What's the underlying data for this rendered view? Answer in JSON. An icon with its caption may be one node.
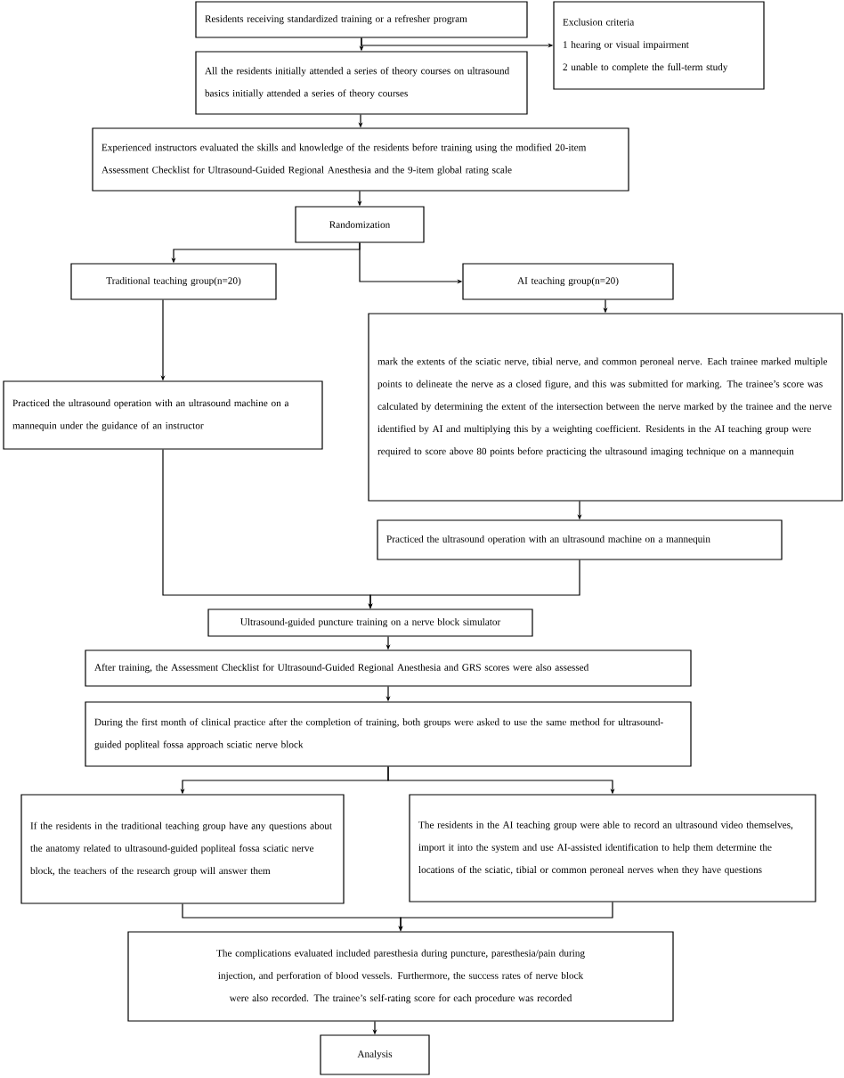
{
  "diagram": {
    "nodes": [
      {
        "text": [
          "Residents receiving standardized training or a refresher program"
        ]
      },
      {
        "text": [
          "Exclusion criteria",
          "1 hearing or visual impairment",
          "2 unable to complete the full-term study"
        ]
      },
      {
        "text": [
          "All the residents initially attended a series of theory courses on ultrasound basics initially attended a series of theory courses"
        ]
      },
      {
        "text": [
          "Experienced instructors evaluated the skills and knowledge of the residents before training using the modified 20-item Assessment Checklist for Ultrasound-Guided Regional Anesthesia and the 9-item global rating scale"
        ]
      },
      {
        "text": [
          "Randomization"
        ]
      },
      {
        "text": [
          "Traditional teaching group(n=20)"
        ]
      },
      {
        "text": [
          "AI teaching group(n=20)"
        ]
      },
      {
        "text": [
          "mark the extents of the sciatic nerve, tibial nerve, and common peroneal nerve. Each trainee marked multiple points to delineate the nerve as a closed figure, and this was submitted for marking. The trainee’s score was calculated by determining the extent of the intersection between the nerve marked by the trainee and the nerve identified by AI and multiplying this by a weighting coefficient. Residents in the AI teaching group were required to score above 80 points before practicing the ultrasound imaging technique on a mannequin"
        ]
      },
      {
        "text": [
          "Practiced the ultrasound operation with an ultrasound machine on a mannequin under the guidance of an instructor"
        ]
      },
      {
        "text": [
          "Practiced the ultrasound operation with an ultrasound machine on a mannequin"
        ]
      },
      {
        "text": [
          "Ultrasound-guided puncture training on a nerve block simulator"
        ]
      },
      {
        "text": [
          "After training, the Assessment Checklist for Ultrasound-Guided Regional Anesthesia and GRS scores were also assessed"
        ]
      },
      {
        "text": [
          "During the first month of clinical practice after the completion of training, both groups were asked to use the same method for ultrasound-guided popliteal fossa approach sciatic nerve block"
        ]
      },
      {
        "text": [
          "If the residents in the traditional teaching group have any questions about the anatomy related to ultrasound-guided popliteal fossa sciatic nerve block, the teachers of the research group will answer them"
        ]
      },
      {
        "text": [
          "The residents in the AI teaching group were able to record an ultrasound video themselves, import it into the system and use AI-assisted identification to help them determine the locations of the sciatic, tibial or common peroneal nerves when they have questions"
        ]
      },
      {
        "text": [
          "The complications evaluated included paresthesia during puncture, paresthesia/pain during injection, and perforation of blood vessels. Furthermore, the success rates of nerve block were also recorded. The trainee’s self-rating score for each procedure was recorded"
        ]
      },
      {
        "text": [
          "Analysis"
        ]
      }
    ],
    "edges": [
      {
        "from": 0,
        "to": 2,
        "arrow": "to"
      },
      {
        "from": 0,
        "to": 1,
        "arrow": "to"
      },
      {
        "from": 2,
        "to": 3,
        "arrow": "to"
      },
      {
        "from": 3,
        "to": 4,
        "arrow": "to"
      },
      {
        "from": 4,
        "to": 5,
        "arrow": "to"
      },
      {
        "from": 4,
        "to": 6,
        "arrow": "to"
      },
      {
        "from": 5,
        "to": 8,
        "arrow": "to"
      },
      {
        "from": 6,
        "to": 7,
        "arrow": "to"
      },
      {
        "from": 7,
        "to": 9,
        "arrow": "to"
      },
      {
        "from": 8,
        "to": 10,
        "arrow": "to"
      },
      {
        "from": 9,
        "to": 10,
        "arrow": "to"
      },
      {
        "from": 10,
        "to": 11,
        "arrow": "to"
      },
      {
        "from": 11,
        "to": 12,
        "arrow": "to"
      },
      {
        "from": 12,
        "to": 13,
        "arrow": "to"
      },
      {
        "from": 12,
        "to": 14,
        "arrow": "to"
      },
      {
        "from": 13,
        "to": 15,
        "arrow": "to"
      },
      {
        "from": 14,
        "to": 15,
        "arrow": "to"
      },
      {
        "from": 15,
        "to": 16,
        "arrow": "to"
      }
    ]
  }
}
